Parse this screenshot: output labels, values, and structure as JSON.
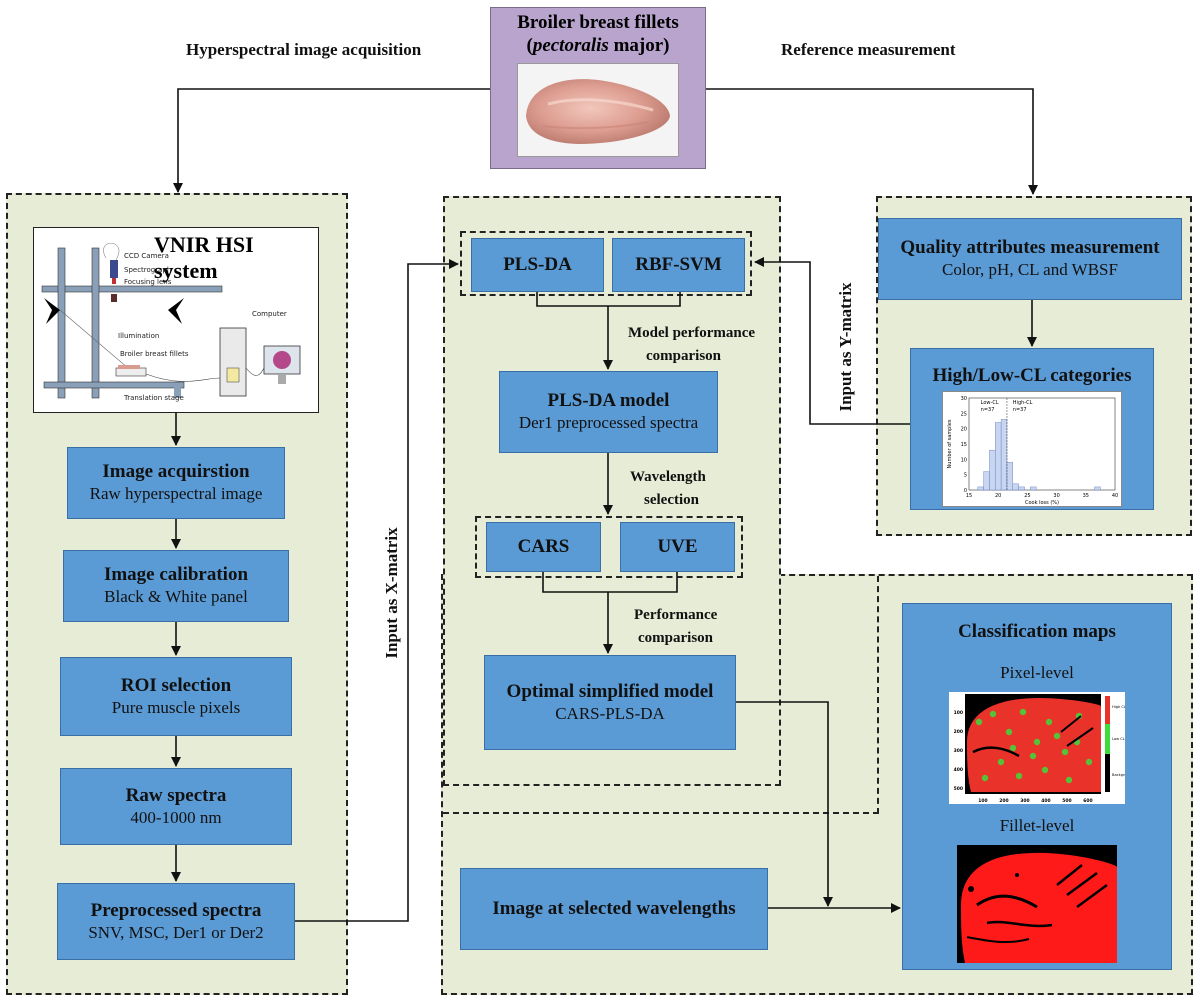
{
  "top": {
    "title_line1": "Broiler breast fillets",
    "title_italic": "pectoralis",
    "title_rest": " major",
    "left_label": "Hyperspectral image acquisition",
    "right_label": "Reference measurement"
  },
  "left": {
    "hsi_title": "VNIR HSI system",
    "hsi_labels": {
      "ccd": "CCD Camera",
      "spectrograph": "Spectrograph",
      "focusing": "Focusing lens",
      "computer": "Computer",
      "illumination": "Illumination",
      "fillets": "Broiler breast fillets",
      "stage": "Translation stage"
    },
    "steps": [
      {
        "title": "Image acquirstion",
        "sub": "Raw hyperspectral image"
      },
      {
        "title": "Image calibration",
        "sub": "Black & White panel"
      },
      {
        "title": "ROI selection",
        "sub": "Pure muscle pixels"
      },
      {
        "title": "Raw spectra",
        "sub": "400-1000 nm"
      },
      {
        "title": "Preprocessed spectra",
        "sub": "SNV, MSC, Der1 or Der2"
      }
    ]
  },
  "middle": {
    "x_input_label": "Input as X-matrix",
    "y_input_label": "Input as Y-matrix",
    "model_a": "PLS-DA",
    "model_b": "RBF-SVM",
    "comparison_label_1": "Model performance",
    "comparison_label_2": "comparison",
    "plsda_title": "PLS-DA model",
    "plsda_sub": "Der1 preprocessed spectra",
    "wavelength_label_1": "Wavelength",
    "wavelength_label_2": "selection",
    "sel_a": "CARS",
    "sel_b": "UVE",
    "perf_label_1": "Performance",
    "perf_label_2": "comparison",
    "optimal_title": "Optimal simplified model",
    "optimal_sub": "CARS-PLS-DA",
    "image_selected": "Image at selected wavelengths"
  },
  "right": {
    "quality_title": "Quality attributes measurement",
    "quality_sub": "Color, pH, CL and WBSF",
    "categories_title": "High/Low-CL categories",
    "maps_title": "Classification maps",
    "pixel_level": "Pixel-level",
    "fillet_level": "Fillet-level"
  },
  "histogram": {
    "type": "bar",
    "xlabel": "Cook loss (%)",
    "ylabel": "Number of samples",
    "x_ticks": [
      "15",
      "20",
      "25",
      "30",
      "35",
      "40"
    ],
    "y_ticks": [
      "0",
      "5",
      "10",
      "15",
      "20",
      "25",
      "30"
    ],
    "low_label": "Low-CL",
    "low_n": "n=37",
    "high_label": "High-CL",
    "high_n": "n=37",
    "bins": [
      17,
      18,
      19,
      20,
      21,
      22,
      23,
      24,
      26,
      37
    ],
    "values": [
      1,
      6,
      13,
      22,
      23,
      9,
      2,
      1,
      1,
      1
    ],
    "xlim": [
      15,
      40
    ],
    "ylim": [
      0,
      30
    ],
    "bar_color": "#c9d6f2"
  },
  "pixel_map": {
    "y_ticks": [
      "100",
      "200",
      "300",
      "400",
      "500"
    ],
    "x_ticks": [
      "100",
      "200",
      "300",
      "400",
      "500",
      "600"
    ],
    "legend": [
      "High CL",
      "Low CL",
      "Background"
    ],
    "colors": {
      "high": "#e8322a",
      "low": "#3cdc3c",
      "background": "#000000"
    }
  },
  "colors": {
    "panel": "#e6ecd6",
    "box": "#5b9bd5",
    "top_box": "#b8a4cc"
  }
}
